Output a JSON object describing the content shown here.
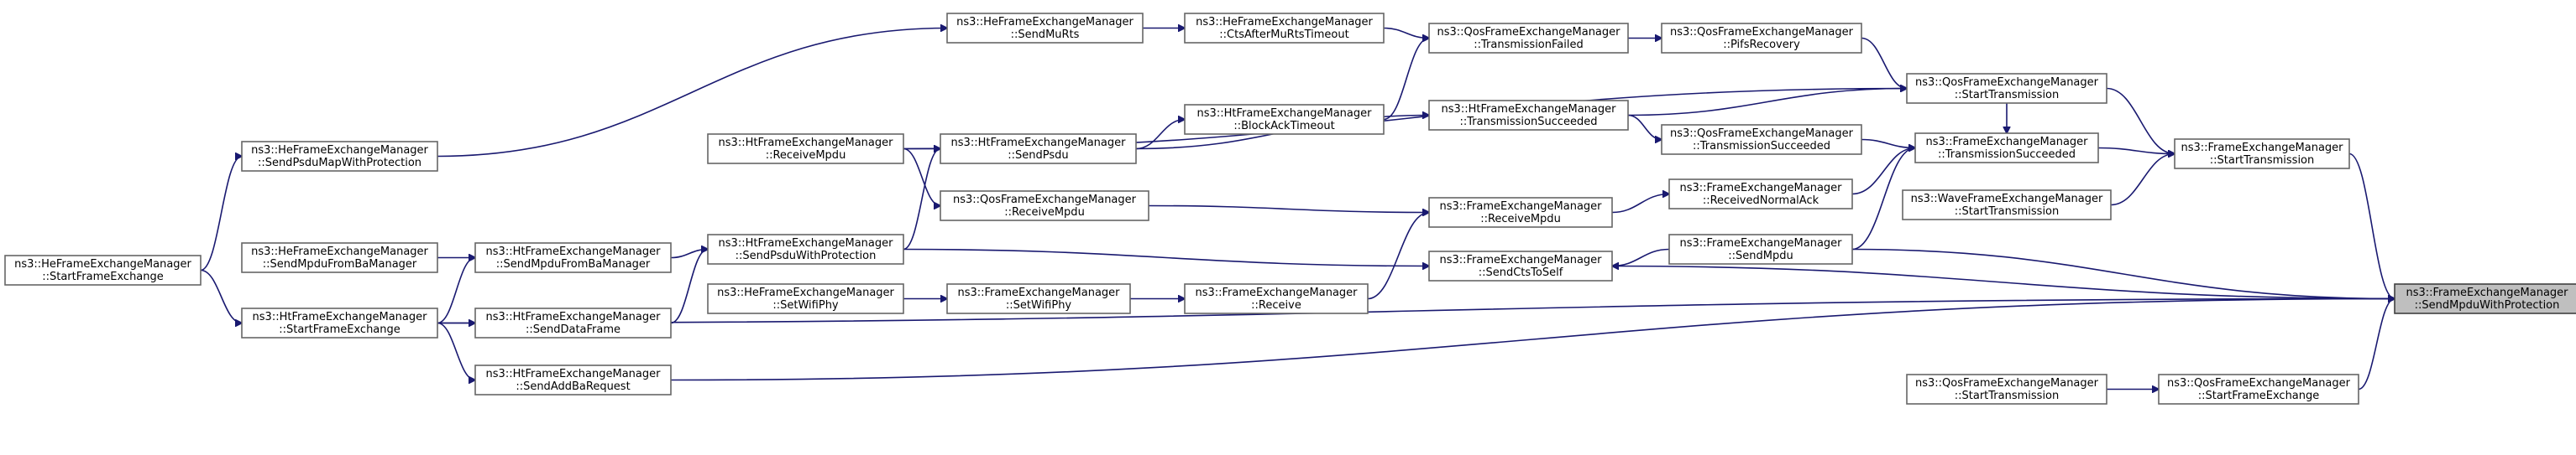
{
  "graph": {
    "title": "",
    "nodes": [
      {
        "id": "sendmpduwithprotection",
        "line1": "ns3::FrameExchangeManager",
        "line2": "::SendMpduWithProtection",
        "highlight": true
      },
      {
        "id": "fem-starttransmission",
        "line1": "ns3::FrameExchangeManager",
        "line2": "::StartTransmission"
      },
      {
        "id": "wave-starttransmission",
        "line1": "ns3::WaveFrameExchangeManager",
        "line2": "::StartTransmission"
      },
      {
        "id": "qos-startframeexchange",
        "line1": "ns3::QosFrameExchangeManager",
        "line2": "::StartFrameExchange"
      },
      {
        "id": "qos-starttransmission-a",
        "line1": "ns3::QosFrameExchangeManager",
        "line2": "::StartTransmission"
      },
      {
        "id": "qos-starttransmission-b",
        "line1": "ns3::QosFrameExchangeManager",
        "line2": "::StartTransmission"
      },
      {
        "id": "fem-transmissionsucceeded",
        "line1": "ns3::FrameExchangeManager",
        "line2": "::TransmissionSucceeded"
      },
      {
        "id": "qos-pifsrecovery",
        "line1": "ns3::QosFrameExchangeManager",
        "line2": "::PifsRecovery"
      },
      {
        "id": "qos-transmissionfailed",
        "line1": "ns3::QosFrameExchangeManager",
        "line2": "::TransmissionFailed"
      },
      {
        "id": "he-ctsaftermurtstimeout",
        "line1": "ns3::HeFrameExchangeManager",
        "line2": "::CtsAfterMuRtsTimeout"
      },
      {
        "id": "he-sendmurts",
        "line1": "ns3::HeFrameExchangeManager",
        "line2": "::SendMuRts"
      },
      {
        "id": "he-sendpsdumapwithprotection",
        "line1": "ns3::HeFrameExchangeManager",
        "line2": "::SendPsduMapWithProtection"
      },
      {
        "id": "he-startframeexchange",
        "line1": "ns3::HeFrameExchangeManager",
        "line2": "::StartFrameExchange"
      },
      {
        "id": "ht-transmissionsucceeded",
        "line1": "ns3::HtFrameExchangeManager",
        "line2": "::TransmissionSucceeded"
      },
      {
        "id": "ht-blockacktimeout",
        "line1": "ns3::HtFrameExchangeManager",
        "line2": "::BlockAckTimeout"
      },
      {
        "id": "ht-sendpsdu",
        "line1": "ns3::HtFrameExchangeManager",
        "line2": "::SendPsdu"
      },
      {
        "id": "ht-receivempdu",
        "line1": "ns3::HtFrameExchangeManager",
        "line2": "::ReceiveMpdu"
      },
      {
        "id": "qos-transmissionsucceeded",
        "line1": "ns3::QosFrameExchangeManager",
        "line2": "::TransmissionSucceeded"
      },
      {
        "id": "fem-receivednormalack",
        "line1": "ns3::FrameExchangeManager",
        "line2": "::ReceivedNormalAck"
      },
      {
        "id": "fem-receivempdu",
        "line1": "ns3::FrameExchangeManager",
        "line2": "::ReceiveMpdu"
      },
      {
        "id": "qos-receivempdu",
        "line1": "ns3::QosFrameExchangeManager",
        "line2": "::ReceiveMpdu"
      },
      {
        "id": "fem-sendmpdu",
        "line1": "ns3::FrameExchangeManager",
        "line2": "::SendMpdu"
      },
      {
        "id": "fem-sendctstoself",
        "line1": "ns3::FrameExchangeManager",
        "line2": "::SendCtsToSelf"
      },
      {
        "id": "ht-sendpsduwithprotection",
        "line1": "ns3::HtFrameExchangeManager",
        "line2": "::SendPsduWithProtection"
      },
      {
        "id": "ht-sendmpdufrombamanager",
        "line1": "ns3::HtFrameExchangeManager",
        "line2": "::SendMpduFromBaManager"
      },
      {
        "id": "he-sendmpdufrombamanager",
        "line1": "ns3::HeFrameExchangeManager",
        "line2": "::SendMpduFromBaManager"
      },
      {
        "id": "ht-startframeexchange",
        "line1": "ns3::HtFrameExchangeManager",
        "line2": "::StartFrameExchange"
      },
      {
        "id": "ht-senddataframe",
        "line1": "ns3::HtFrameExchangeManager",
        "line2": "::SendDataFrame"
      },
      {
        "id": "ht-sendaddbarequest",
        "line1": "ns3::HtFrameExchangeManager",
        "line2": "::SendAddBaRequest"
      },
      {
        "id": "fem-receive",
        "line1": "ns3::FrameExchangeManager",
        "line2": "::Receive"
      },
      {
        "id": "fem-setwifiphy",
        "line1": "ns3::FrameExchangeManager",
        "line2": "::SetWifiPhy"
      },
      {
        "id": "he-setwifiphy",
        "line1": "ns3::HeFrameExchangeManager",
        "line2": "::SetWifiPhy"
      }
    ],
    "edges": [
      {
        "from": "sendmpduwithprotection",
        "to": "fem-starttransmission"
      },
      {
        "from": "sendmpduwithprotection",
        "to": "fem-sendmpdu"
      },
      {
        "from": "sendmpduwithprotection",
        "to": "fem-sendctstoself"
      },
      {
        "from": "sendmpduwithprotection",
        "to": "ht-sendaddbarequest"
      },
      {
        "from": "sendmpduwithprotection",
        "to": "qos-startframeexchange"
      },
      {
        "from": "sendmpduwithprotection",
        "to": "ht-startframeexchange"
      },
      {
        "from": "fem-starttransmission",
        "to": "qos-starttransmission-a"
      },
      {
        "from": "fem-starttransmission",
        "to": "fem-transmissionsucceeded"
      },
      {
        "from": "fem-starttransmission",
        "to": "wave-starttransmission"
      },
      {
        "from": "qos-starttransmission-a",
        "to": "qos-pifsrecovery"
      },
      {
        "from": "qos-starttransmission-a",
        "to": "ht-transmissionsucceeded"
      },
      {
        "from": "qos-starttransmission-a",
        "to": "ht-receivempdu"
      },
      {
        "from": "qos-pifsrecovery",
        "to": "qos-transmissionfailed"
      },
      {
        "from": "qos-transmissionfailed",
        "to": "he-ctsaftermurtstimeout"
      },
      {
        "from": "qos-transmissionfailed",
        "to": "ht-blockacktimeout"
      },
      {
        "from": "he-ctsaftermurtstimeout",
        "to": "he-sendmurts"
      },
      {
        "from": "he-sendmurts",
        "to": "he-sendpsdumapwithprotection"
      },
      {
        "from": "he-sendpsdumapwithprotection",
        "to": "he-startframeexchange"
      },
      {
        "from": "fem-transmissionsucceeded",
        "to": "qos-starttransmission-a"
      },
      {
        "from": "fem-transmissionsucceeded",
        "to": "qos-transmissionsucceeded"
      },
      {
        "from": "fem-transmissionsucceeded",
        "to": "fem-receivednormalack"
      },
      {
        "from": "fem-transmissionsucceeded",
        "to": "fem-sendmpdu"
      },
      {
        "from": "qos-transmissionsucceeded",
        "to": "ht-transmissionsucceeded"
      },
      {
        "from": "ht-transmissionsucceeded",
        "to": "ht-sendpsdu"
      },
      {
        "from": "ht-blockacktimeout",
        "to": "ht-sendpsdu"
      },
      {
        "from": "ht-sendpsdu",
        "to": "ht-receivempdu"
      },
      {
        "from": "ht-sendpsdu",
        "to": "ht-sendpsduwithprotection"
      },
      {
        "from": "fem-receivednormalack",
        "to": "fem-receivempdu"
      },
      {
        "from": "fem-receivempdu",
        "to": "qos-receivempdu"
      },
      {
        "from": "fem-receivempdu",
        "to": "fem-receive"
      },
      {
        "from": "qos-receivempdu",
        "to": "ht-receivempdu"
      },
      {
        "from": "fem-sendctstoself",
        "to": "fem-sendmpdu"
      },
      {
        "from": "fem-sendctstoself",
        "to": "ht-sendpsduwithprotection"
      },
      {
        "from": "ht-sendpsduwithprotection",
        "to": "ht-sendmpdufrombamanager"
      },
      {
        "from": "ht-sendpsduwithprotection",
        "to": "ht-senddataframe"
      },
      {
        "from": "ht-sendmpdufrombamanager",
        "to": "he-sendmpdufrombamanager"
      },
      {
        "from": "ht-sendmpdufrombamanager",
        "to": "ht-startframeexchange"
      },
      {
        "from": "ht-senddataframe",
        "to": "ht-startframeexchange"
      },
      {
        "from": "ht-sendaddbarequest",
        "to": "ht-startframeexchange"
      },
      {
        "from": "ht-startframeexchange",
        "to": "he-startframeexchange"
      },
      {
        "from": "qos-startframeexchange",
        "to": "qos-starttransmission-b"
      },
      {
        "from": "fem-receive",
        "to": "fem-setwifiphy"
      },
      {
        "from": "fem-setwifiphy",
        "to": "he-setwifiphy"
      }
    ]
  }
}
